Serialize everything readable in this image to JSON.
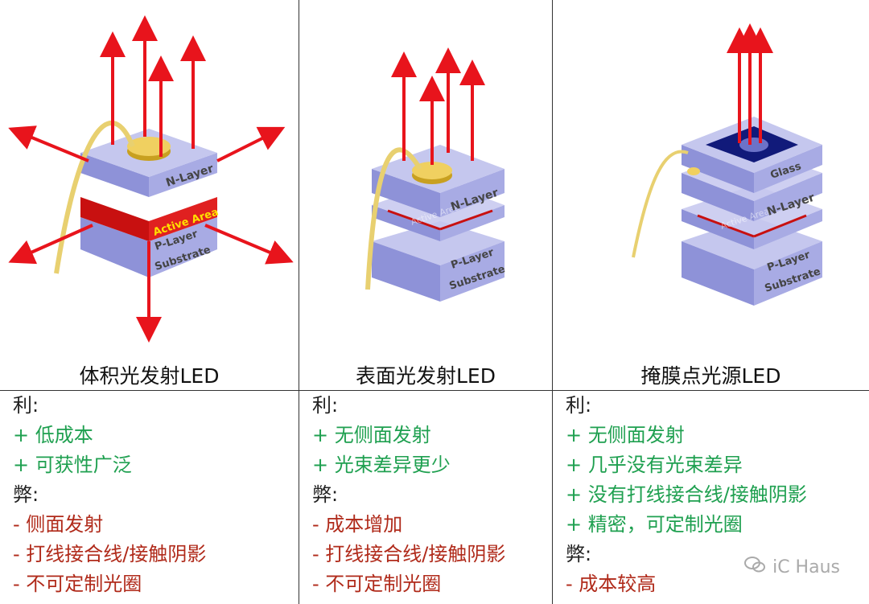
{
  "columns": [
    {
      "title": "体积光发射LED",
      "pros_header": "利:",
      "pros": [
        "+ 低成本",
        "+ 可获性广泛"
      ],
      "cons_header": "弊:",
      "cons": [
        "- 侧面发射",
        "- 打线接合线/接触阴影",
        "- 不可定制光圈"
      ],
      "layers": {
        "n": "N-Layer",
        "active": "Active Area",
        "p": "P-Layer",
        "sub": "Substrate"
      }
    },
    {
      "title": "表面光发射LED",
      "pros_header": "利:",
      "pros": [
        "+ 无侧面发射",
        "+ 光束差异更少"
      ],
      "cons_header": "弊:",
      "cons": [
        "- 成本增加",
        "- 打线接合线/接触阴影",
        "- 不可定制光圈"
      ],
      "layers": {
        "active": "Active Area",
        "n": "N-Layer",
        "p": "P-Layer",
        "sub": "Substrate"
      }
    },
    {
      "title": "掩膜点光源LED",
      "pros_header": "利:",
      "pros": [
        "+ 无侧面发射",
        "+ 几乎没有光束差异",
        "+ 没有打线接合线/接触阴影",
        "+ 精密，可定制光圈"
      ],
      "cons_header": "弊:",
      "cons": [
        "- 成本较高"
      ],
      "layers": {
        "glass": "Glass",
        "active": "Active Area",
        "n": "N-Layer",
        "p": "P-Layer",
        "sub": "Substrate"
      }
    }
  ],
  "watermark": "iC Haus",
  "colors": {
    "pro": "#1fa050",
    "con": "#b02a1a",
    "arrow": "#e8141c",
    "layer": "#9fa3e0",
    "active": "#cc1010",
    "wire": "#e8d070",
    "mask": "#111a7a"
  }
}
